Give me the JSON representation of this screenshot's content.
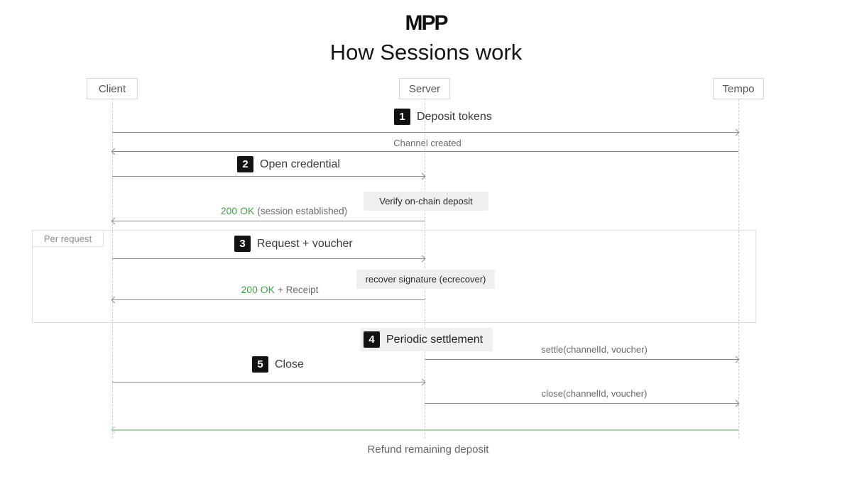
{
  "header": {
    "logo": "MPP",
    "title": "How Sessions work"
  },
  "participants": {
    "client": "Client",
    "server": "Server",
    "tempo": "Tempo"
  },
  "steps": {
    "step1": {
      "num": "1",
      "label": "Deposit tokens"
    },
    "step2": {
      "num": "2",
      "label": "Open credential"
    },
    "step3": {
      "num": "3",
      "label": "Request + voucher"
    },
    "step4": {
      "num": "4",
      "label": "Periodic settlement"
    },
    "step5": {
      "num": "5",
      "label": "Close"
    }
  },
  "messages": {
    "channel_created": "Channel created",
    "verify_deposit": "Verify on-chain deposit",
    "session_ok": {
      "status": "200 OK",
      "detail": "(session established)"
    },
    "recover_signature": "recover signature (ecrecover)",
    "receipt_ok": {
      "status": "200 OK",
      "detail": "+ Receipt"
    },
    "settle_call": "settle(channelId, voucher)",
    "close_call": "close(channelId, voucher)",
    "refund": "Refund remaining deposit"
  },
  "fragment": {
    "label": "Per request"
  },
  "colors": {
    "status_green": "#44a248",
    "refund_line_green": "#a9d3a9",
    "badge_black": "#121212",
    "arrow_gray": "#8c8c8c"
  }
}
